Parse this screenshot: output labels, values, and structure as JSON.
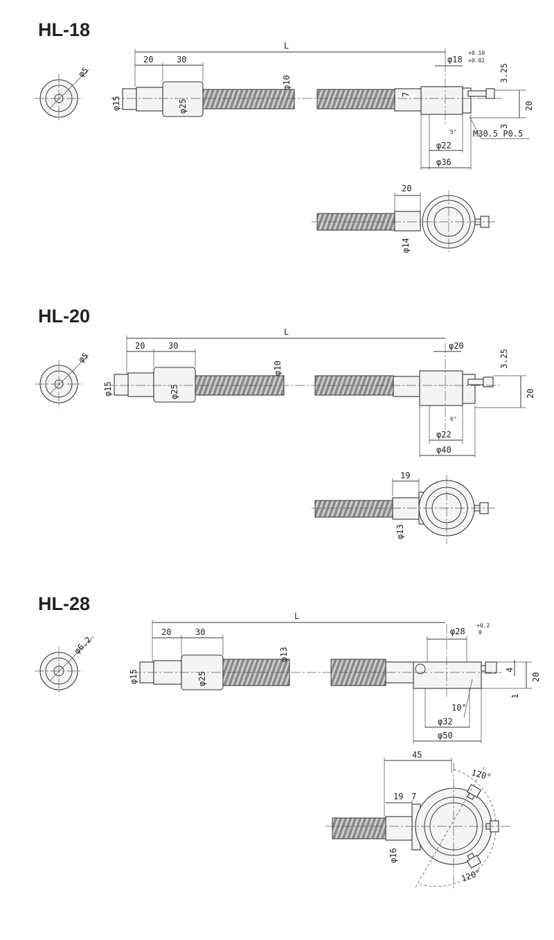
{
  "sections": [
    {
      "title": "HL-18",
      "end_bore": "φ5",
      "length": "L",
      "dim_a": "20",
      "dim_b": "30",
      "shaft_dia": "φ15",
      "nut_dia": "φ25",
      "screw_dia": "φ10",
      "bore_dia": "φ18",
      "tol_upper": "+0.10",
      "tol_lower": "+0.02",
      "collar_w": "7",
      "screw_offset": "3.25",
      "height": "20",
      "bottom_step": "3",
      "thread_spec": "M30.5 P0.5",
      "angle": "5°",
      "inner_dia": "φ22",
      "outer_dia": "φ36",
      "top_collar_len": "20",
      "top_collar_dia": "φ14"
    },
    {
      "title": "HL-20",
      "end_bore": "φ5",
      "length": "L",
      "dim_a": "20",
      "dim_b": "30",
      "shaft_dia": "φ15",
      "nut_dia": "φ25",
      "screw_dia": "φ10",
      "bore_dia": "φ20",
      "screw_offset": "3.25",
      "height": "20",
      "angle": "6°",
      "inner_dia": "φ22",
      "outer_dia": "φ40",
      "top_collar_len": "19",
      "top_collar_dia": "φ13"
    },
    {
      "title": "HL-28",
      "end_bore": "φ6.2",
      "length": "L",
      "dim_a": "20",
      "dim_b": "30",
      "shaft_dia": "φ15",
      "nut_dia": "φ25",
      "screw_dia": "φ13",
      "bore_dia": "φ28",
      "tol_upper": "+0.2",
      "tol_lower": "0",
      "screw_offset": "4",
      "height": "20",
      "bottom_step": "1",
      "angle": "10°",
      "inner_dia": "φ32",
      "outer_dia": "φ50",
      "top_width": "45",
      "top_collar_len": "19",
      "top_small": "7",
      "top_collar_dia": "φ16",
      "angle_a": "120°",
      "angle_b": "120°"
    }
  ]
}
